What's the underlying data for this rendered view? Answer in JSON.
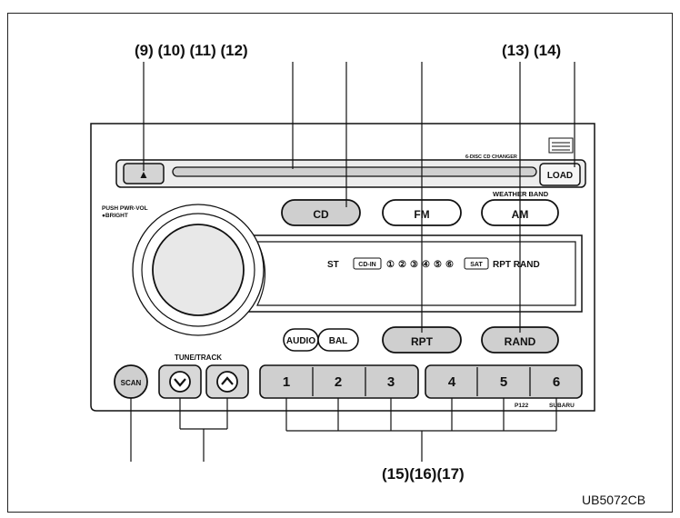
{
  "callouts": {
    "top_left": "(9) (10) (11) (12)",
    "top_right": "(13) (14)",
    "bottom": "(15)(16)(17)"
  },
  "figure_code": "UB5072CB",
  "unit": {
    "changer_label": "6-DISC CD CHANGER",
    "load_label": "LOAD",
    "eject_symbol": "▲",
    "knob_label_line1": "PUSH PWR-VOL",
    "knob_label_line2": "●BRIGHT",
    "weather_band_label": "WEATHER BAND",
    "buttons": {
      "cd": "CD",
      "fm": "FM",
      "am": "AM",
      "audio": "AUDIO",
      "bal": "BAL",
      "rpt": "RPT",
      "rand": "RAND",
      "scan": "SCAN"
    },
    "tune_track_label": "TUNE/TRACK",
    "presets": [
      "1",
      "2",
      "3",
      "4",
      "5",
      "6"
    ],
    "model_code": "P122",
    "brand": "SUBARU",
    "display": {
      "st": "ST",
      "cd_in": "CD-IN",
      "discs": [
        "①",
        "②",
        "③",
        "④",
        "⑤",
        "⑥"
      ],
      "sat": "SAT",
      "rpt_rand": "RPT RAND"
    }
  }
}
